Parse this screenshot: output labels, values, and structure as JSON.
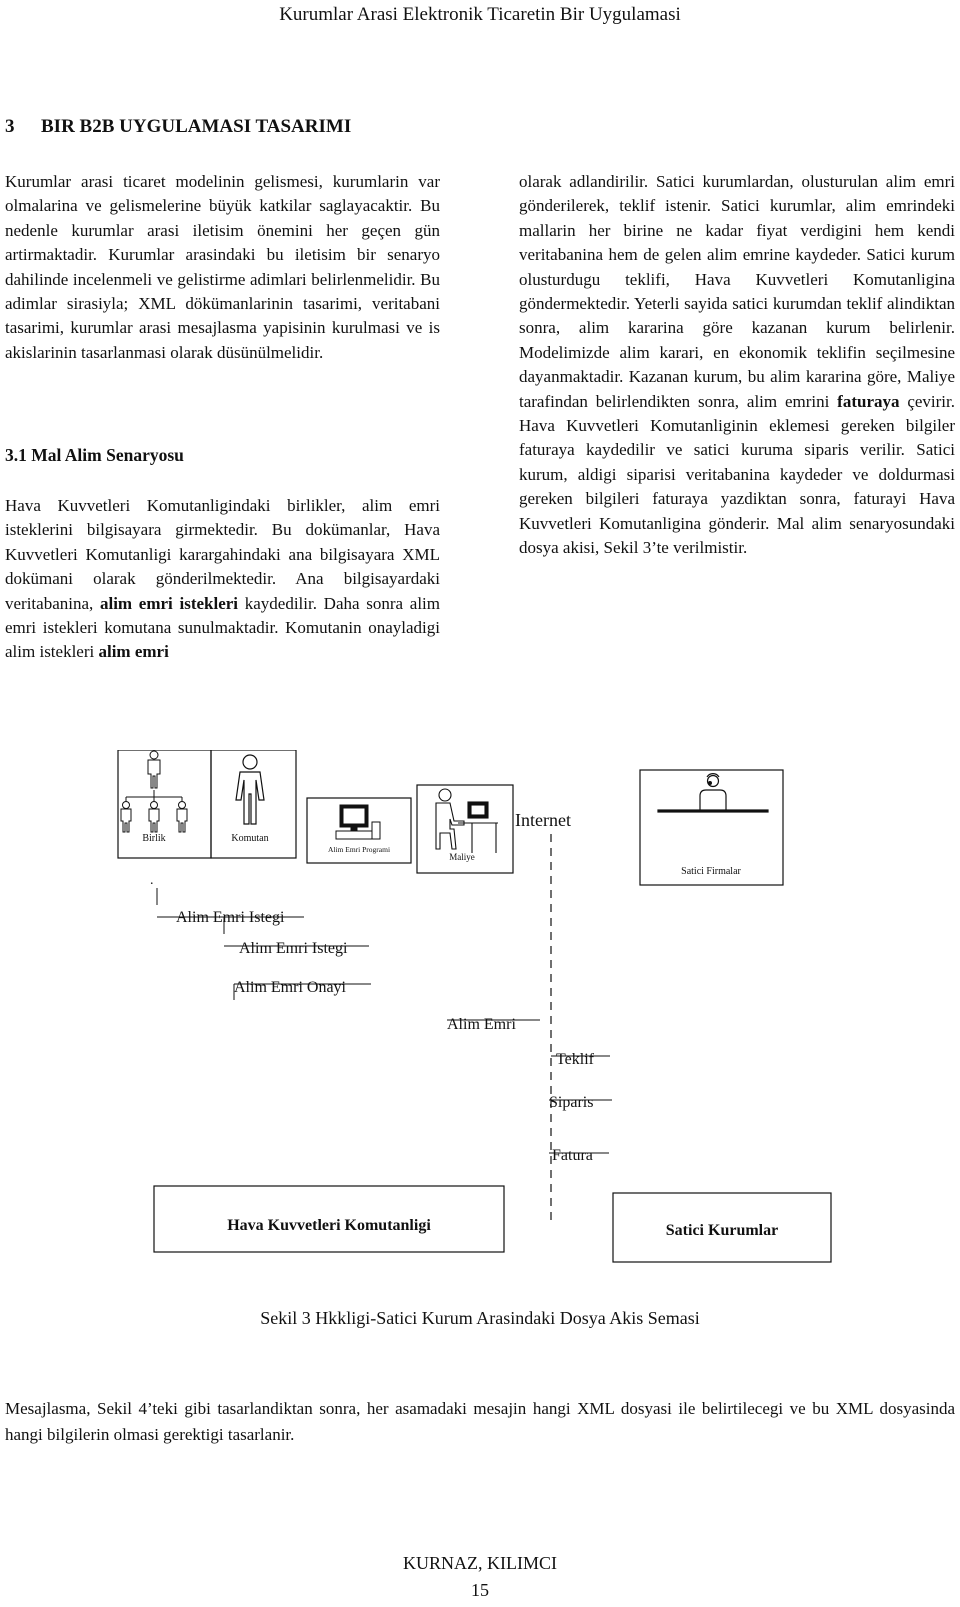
{
  "header": {
    "running_title": "Kurumlar Arasi Elektronik Ticaretin Bir Uygulamasi"
  },
  "section": {
    "number": "3",
    "title": "BIR B2B UYGULAMASI TASARIMI"
  },
  "paragraphs": {
    "intro": "Kurumlar arasi ticaret modelinin gelismesi, kurumlarin var olmalarina ve gelismelerine büyük katkilar saglayacaktir. Bu nedenle kurumlar arasi iletisim önemini her geçen gün artirmaktadir. Kurumlar arasindaki bu iletisim bir senaryo dahilinde incelenmeli ve gelistirme adimlari belirlenmelidir. Bu adimlar sirasiyla; XML dökümanlarinin tasarimi, veritabani tasarimi, kurumlar arasi mesajlasma yapisinin kurulmasi ve is akislarinin tasarlanmasi olarak düsünülmelidir.",
    "left2_part1": "Hava Kuvvetleri Komutanligindaki birlikler, alim emri isteklerini bilgisayara girmektedir. Bu dokümanlar, Hava Kuvvetleri Komutanligi karargahindaki ana bilgisayara XML dokümani olarak gönderilmektedir. Ana bilgisayardaki veritabanina, ",
    "left2_bold1": "alim emri istekleri",
    "left2_part2": " kaydedilir. Daha sonra alim emri istekleri komutana sunulmaktadir. Komutanin onayladigi alim istekleri ",
    "left2_bold2": "alim emri",
    "right_part1": "olarak adlandirilir. Satici kurumlardan, olusturulan alim emri gönderilerek, teklif istenir. Satici kurumlar, alim emrindeki mallarin her birine ne kadar fiyat verdigini hem kendi veritabanina hem de gelen alim emrine kaydeder. Satici kurum olusturdugu teklifi, Hava Kuvvetleri Komutanligina göndermektedir. Yeterli sayida satici kurumdan teklif alindiktan sonra, alim kararina göre kazanan kurum belirlenir. Modelimizde alim karari, en ekonomik teklifin seçilmesine dayanmaktadir. Kazanan kurum, bu alim kararina göre, Maliye tarafindan belirlendikten sonra, alim emrini ",
    "right_bold": "faturaya",
    "right_part2": " çevirir. Hava Kuvvetleri Komutanliginin eklemesi gereken bilgiler faturaya kaydedilir ve satici kuruma siparis verilir. Satici kurum, aldigi siparisi veritabanina kaydeder ve doldurmasi gereken bilgileri faturaya yazdiktan sonra, faturayi Hava Kuvvetleri Komutanligina gönderir. Mal alim senaryosundaki dosya akisi, Sekil 3’te verilmistir.",
    "closing": "Mesajlasma, Sekil 4’teki gibi tasarlandiktan sonra, her asamadaki mesajin hangi XML dosyasi ile belirtilecegi ve bu XML dosyasinda hangi bilgilerin olmasi gerektigi tasarlanir."
  },
  "subsection": {
    "number": "3.1",
    "title": "Mal Alim Senaryosu"
  },
  "diagram": {
    "actors": {
      "birlik": "Birlik",
      "komutan": "Komutan",
      "program": "Alim Emri Programi",
      "maliye": "Maliye",
      "satici": "Satici Firmalar"
    },
    "internet_label": "Internet",
    "dot": ".",
    "messages": [
      "Alim Emri Istegi",
      "Alim Emri Istegi",
      "Alim Emri Onayi",
      "Alim Emri",
      "Teklif",
      "Siparis",
      "Fatura"
    ],
    "boxes": {
      "left": "Hava Kuvvetleri Komutanligi",
      "right": "Satici Kurumlar"
    }
  },
  "caption": "Sekil 3 Hkkligi-Satici Kurum Arasindaki Dosya Akis Semasi",
  "footer": {
    "authors": "KURNAZ, KILIMCI",
    "page_number": "15"
  }
}
